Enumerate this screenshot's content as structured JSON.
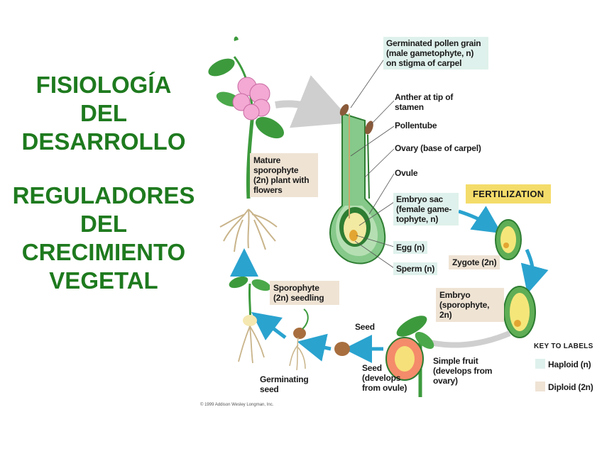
{
  "title": {
    "line1": "FISIOLOGÍA",
    "line2": "DEL",
    "line3": "DESARROLLO",
    "line4": "REGULADORES",
    "line5": "DEL",
    "line6": "CRECIMIENTO",
    "line7": "VEGETAL"
  },
  "diagram": {
    "labels": {
      "germinated_pollen": "Germinated pollen grain (male gametophyte, n) on stigma of carpel",
      "anther": "Anther at tip of stamen",
      "pollentube": "Pollentube",
      "ovary": "Ovary (base of carpel)",
      "ovule": "Ovule",
      "embryo_sac": "Embryo sac (female game- tophyte, n)",
      "egg": "Egg (n)",
      "sperm": "Sperm (n)",
      "fertilization": "FERTILIZATION",
      "zygote": "Zygote (2n)",
      "embryo": "Embryo (sporophyte, 2n)",
      "mature_sporophyte": "Mature sporophyte (2n) plant with flowers",
      "sporophyte_seedling": "Sporophyte (2n) seedling",
      "seed": "Seed",
      "seed_develops": "Seed (develops from ovule)",
      "simple_fruit": "Simple fruit (develops from ovary)",
      "germinating_seed": "Germinating seed"
    },
    "key": {
      "title": "KEY TO LABELS",
      "haploid": "Haploid (n)",
      "diploid": "Diploid (2n)"
    },
    "copyright": "© 1999 Addison Wesley Longman, Inc."
  },
  "colors": {
    "title_green": "#1e7a1e",
    "arrow_blue": "#2aa3cf",
    "haploid_fill": "#dff1ec",
    "diploid_fill": "#efe3d4",
    "fertilization_fill": "#f4dc6a"
  }
}
